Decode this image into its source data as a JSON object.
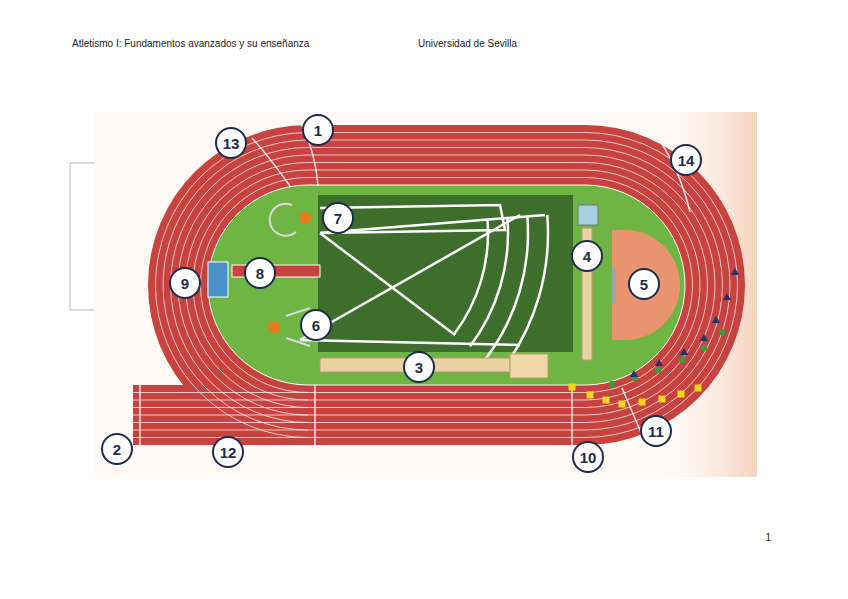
{
  "diagram": {
    "nodes": [
      {
        "text": [
          "1"
        ]
      },
      {
        "text": [
          "13"
        ]
      },
      {
        "text": [
          "14"
        ]
      },
      {
        "text": [
          "7"
        ]
      },
      {
        "text": [
          "4"
        ]
      },
      {
        "text": [
          "5"
        ]
      },
      {
        "text": [
          "9"
        ]
      },
      {
        "text": [
          "8"
        ]
      },
      {
        "text": [
          "6"
        ]
      },
      {
        "text": [
          "3"
        ]
      },
      {
        "text": [
          "2"
        ]
      },
      {
        "text": [
          "12"
        ]
      },
      {
        "text": [
          "10"
        ]
      },
      {
        "text": [
          "11"
        ]
      }
    ],
    "labels": [
      "Atletismo I: Fundamentos avanzados y su enseñanza",
      "Universidad de Sevilla",
      "1"
    ]
  }
}
